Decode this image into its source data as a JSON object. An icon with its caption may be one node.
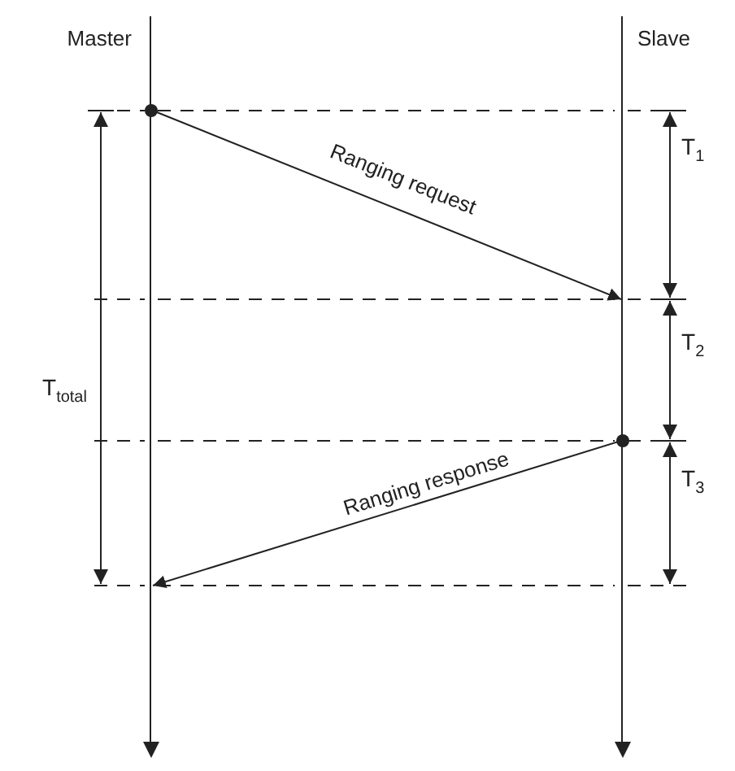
{
  "diagram": {
    "nodes": [
      {
        "text": [
          "Master"
        ]
      },
      {
        "text": [
          "Slave"
        ]
      }
    ],
    "edges": [
      {
        "from": 0,
        "to": 1,
        "arrow": "to",
        "label": "Ranging request"
      },
      {
        "from": 1,
        "to": 0,
        "arrow": "to",
        "label": "Ranging response"
      }
    ],
    "labels": [
      "T$_{1}$",
      "T$_{2}$",
      "T$_{total}$",
      "T$_{3}$"
    ]
  }
}
